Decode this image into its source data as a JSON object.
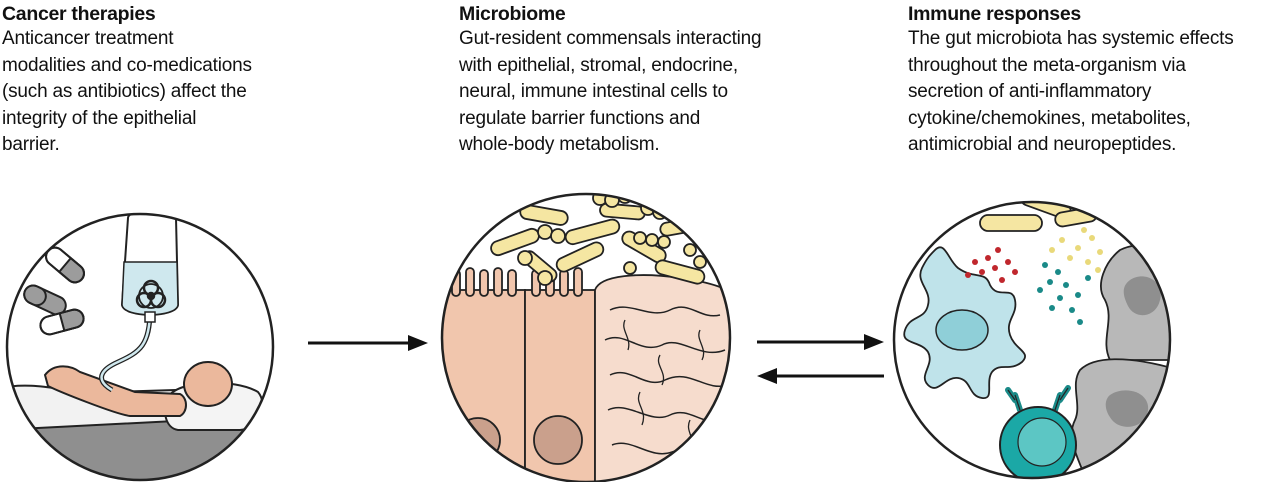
{
  "panels": [
    {
      "title": "Cancer therapies",
      "lines": [
        "Anticancer treatment",
        "modalities and co-medications",
        "(such as antibiotics) affect the",
        "integrity of the epithelial",
        "barrier."
      ]
    },
    {
      "title": "Microbiome",
      "lines": [
        "Gut-resident commensals interacting",
        "with epithelial, stromal, endocrine,",
        "neural, immune intestinal cells to",
        "regulate barrier functions and",
        "whole-body metabolism."
      ]
    },
    {
      "title": "Immune responses",
      "lines": [
        "The gut microbiota has systemic effects",
        "throughout the meta-organism via",
        "secretion of anti-inflammatory",
        "cytokine/chemokines, metabolites,",
        "antimicrobial and neuropeptides."
      ]
    }
  ],
  "icons": [
    "pill-icon",
    "iv-bag-icon",
    "biohazard-icon",
    "patient-icon",
    "bacteria-icon",
    "intestinal-villi-icon",
    "macrophage-icon",
    "lymphocyte-icon",
    "cytokine-dots-icon"
  ],
  "colors": {
    "skin": "#ebb89c",
    "iv_fluid": "#cfe8ee",
    "pill_gray": "#9c9c9c",
    "bacteria_yellow": "#f5e6a2",
    "epithelium": "#f1c6ad",
    "intestine": "#f6dccd",
    "macrophage": "#bfe3ea",
    "lymphocyte_teal": "#1ba8a6",
    "tissue_gray": "#b8b8b8",
    "dot_red": "#c0272d",
    "dot_teal": "#1a8a88",
    "dot_yellow": "#e9d97a"
  }
}
